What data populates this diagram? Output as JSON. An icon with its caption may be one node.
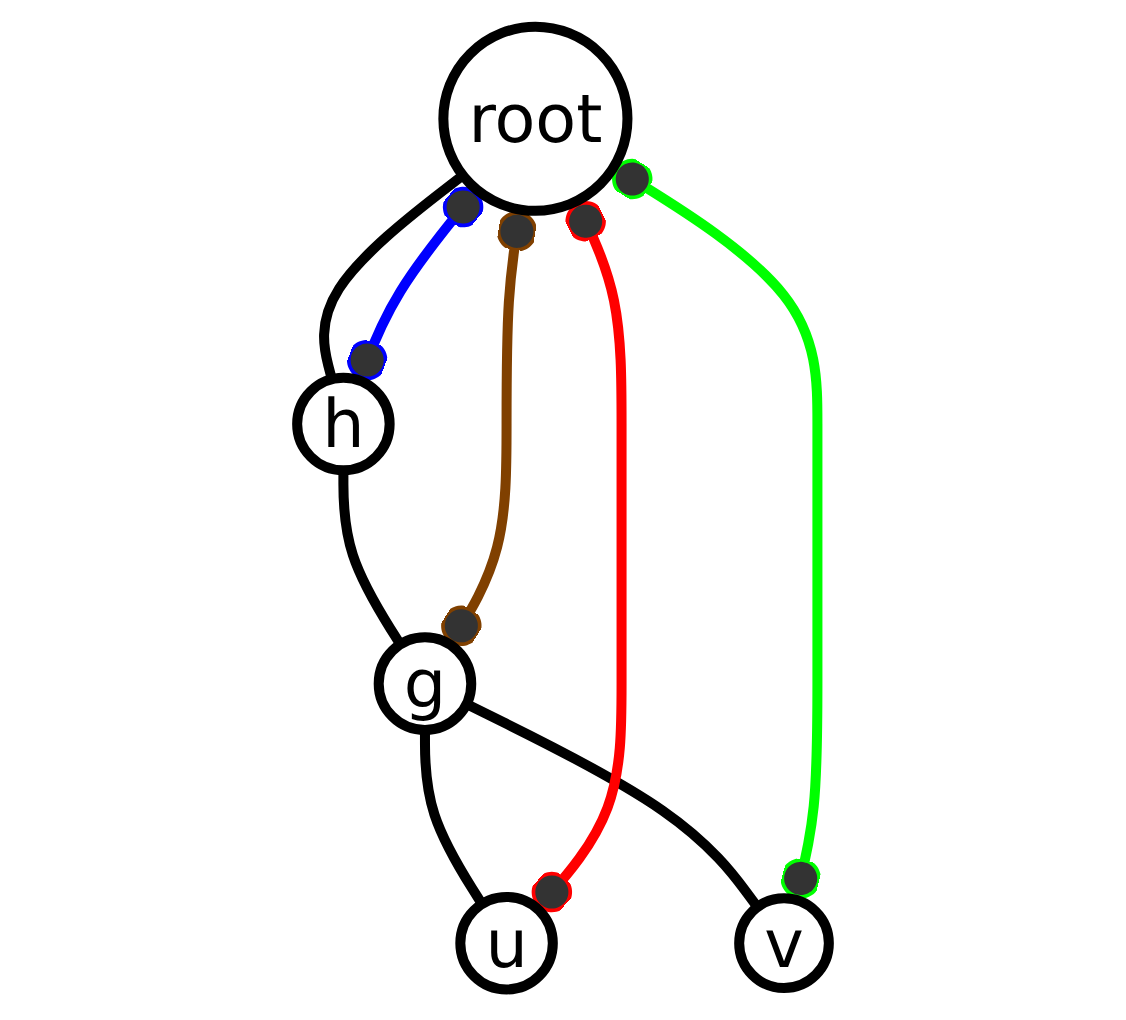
{
  "diagram": {
    "nodes": [
      {
        "text": [
          "root"
        ]
      },
      {
        "text": [
          "h"
        ]
      },
      {
        "text": [
          "g"
        ]
      },
      {
        "text": [
          "u"
        ]
      },
      {
        "text": [
          "v"
        ]
      }
    ],
    "edges": [
      {
        "from": 0,
        "to": 1,
        "arrow": "none"
      },
      {
        "from": 1,
        "to": 2,
        "arrow": "none"
      },
      {
        "from": 2,
        "to": 3,
        "arrow": "none"
      },
      {
        "from": 2,
        "to": 4,
        "arrow": "none"
      },
      {
        "from": 0,
        "to": 3,
        "arrow": "other",
        "color": "#ff0000"
      },
      {
        "from": 0,
        "to": 2,
        "arrow": "other",
        "color": "#804000"
      },
      {
        "from": 0,
        "to": 1,
        "arrow": "other",
        "color": "#0000ff"
      },
      {
        "from": 0,
        "to": 4,
        "arrow": "other",
        "color": "#00ff00"
      }
    ]
  }
}
